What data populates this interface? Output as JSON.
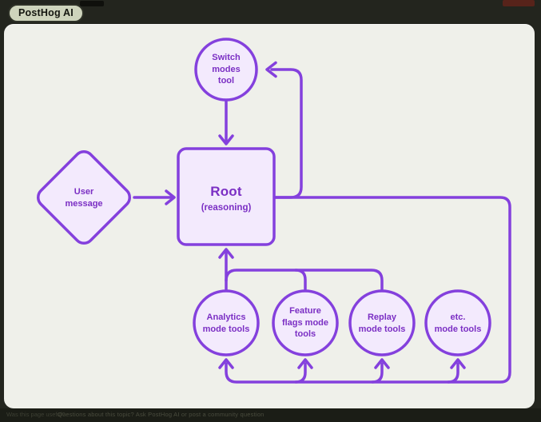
{
  "header": {
    "chip_label": "PostHog AI"
  },
  "colors": {
    "edge_stroke": "#8440dd",
    "node_fill": "#f3eafd",
    "node_text": "#7b2fc4",
    "canvas_bg": "#eff0ea",
    "frame_bg": "#23251e",
    "chip_bg": "#ced4bc"
  },
  "diagram": {
    "nodes": {
      "switch_modes": {
        "shape": "circle",
        "lines": [
          "Switch",
          "modes",
          "tool"
        ]
      },
      "user_message": {
        "shape": "diamond",
        "lines": [
          "User",
          "message"
        ]
      },
      "root": {
        "shape": "rect",
        "title": "Root",
        "subtitle": "(reasoning)"
      },
      "analytics": {
        "shape": "circle",
        "lines": [
          "Analytics",
          "mode tools"
        ]
      },
      "feature_flags": {
        "shape": "circle",
        "lines": [
          "Feature",
          "flags mode",
          "tools"
        ]
      },
      "replay": {
        "shape": "circle",
        "lines": [
          "Replay",
          "mode tools"
        ]
      },
      "etc": {
        "shape": "circle",
        "lines": [
          "etc.",
          "mode tools"
        ]
      }
    },
    "edges": [
      {
        "from": "user_message",
        "to": "root"
      },
      {
        "from": "switch_modes",
        "to": "root"
      },
      {
        "from": "root",
        "to": "switch_modes"
      },
      {
        "from": "root",
        "to": "analytics"
      },
      {
        "from": "root",
        "to": "feature_flags"
      },
      {
        "from": "root",
        "to": "replay"
      },
      {
        "from": "root",
        "to": "etc"
      },
      {
        "from": "analytics",
        "to": "root"
      },
      {
        "from": "feature_flags",
        "to": "root"
      },
      {
        "from": "replay",
        "to": "root"
      }
    ]
  },
  "footer": {
    "text": "Questions about this topic? Ask PostHog AI or post a community question",
    "fragment": "Was this page useful?"
  }
}
